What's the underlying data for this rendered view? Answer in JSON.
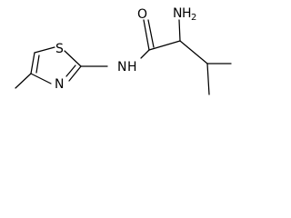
{
  "molecule": {
    "atoms": {
      "oxygen": "O",
      "amine_n": "N",
      "amine_h": "H",
      "amine_sub": "2",
      "amide_n": "N",
      "amide_h": "H",
      "sulfur": "S",
      "ring_n": "N"
    },
    "colors": {
      "bond": "#000000",
      "label": "#000000",
      "background": "#ffffff"
    }
  }
}
